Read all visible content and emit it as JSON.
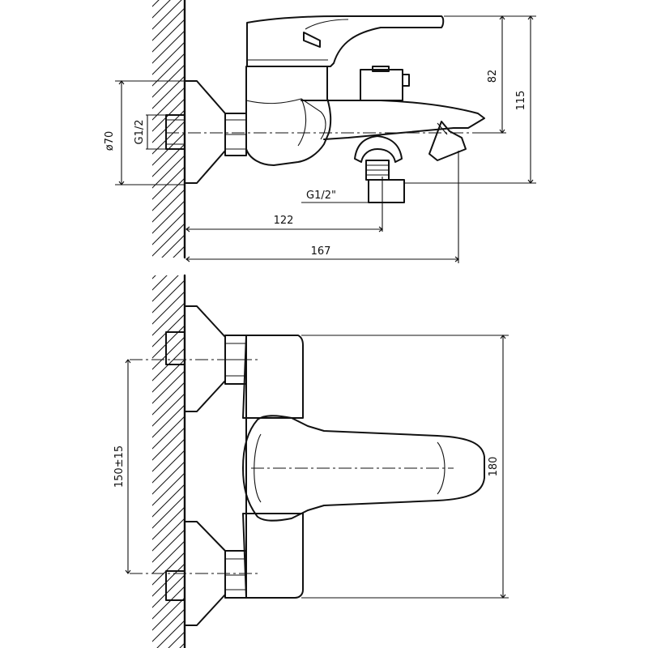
{
  "dimensions": {
    "d70": "ø70",
    "g12_left": "G1/2",
    "g12_bottom": "G1/2\"",
    "h82": "82",
    "h115": "115",
    "w122": "122",
    "w167": "167",
    "spacing": "150±15",
    "w180": "180"
  },
  "colors": {
    "line": "#111111",
    "background": "#ffffff"
  }
}
